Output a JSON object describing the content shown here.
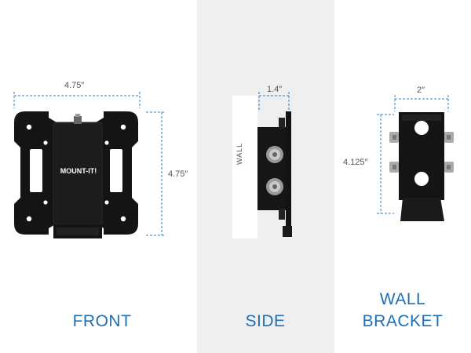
{
  "front": {
    "label": "FRONT",
    "width_dim": "4.75″",
    "height_dim": "4.75″",
    "brand": "MOUNT-IT!"
  },
  "side": {
    "label": "SIDE",
    "depth_dim": "1.4″",
    "wall_text": "WALL"
  },
  "bracket": {
    "label_line1": "WALL",
    "label_line2": "BRACKET",
    "width_dim": "2″",
    "height_dim": "4.125″"
  },
  "colors": {
    "accent": "#1f6fb5",
    "dimension_line": "#2a7fc8",
    "plate": "#111111",
    "side_panel_bg": "#efefef"
  }
}
